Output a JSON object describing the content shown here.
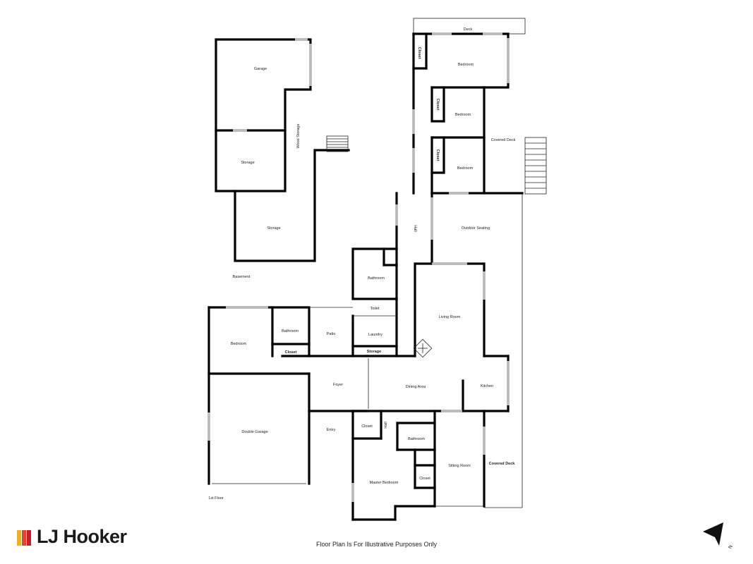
{
  "rooms": {
    "garage": "Garage",
    "wood_storage": "Wood Storage",
    "storage_upper": "Storage",
    "storage_lower": "Storage",
    "basement": "Basement",
    "deck": "Deck",
    "closet_1": "Closet",
    "bedroom_top": "Bedroom",
    "closet_2": "Closet",
    "bedroom_mid": "Bedroom",
    "covered_deck_top": "Covered Deck",
    "closet_3": "Closet",
    "bedroom_low": "Bedroom",
    "hall_upper": "Hall",
    "outdoor_seating": "Outdoor Seating",
    "bathroom_mid": "Bathroom",
    "toilet": "Toilet",
    "laundry": "Laundry",
    "storage_small": "Storage",
    "living_room": "Living Room",
    "bedroom_left": "Bedroom",
    "bathroom_left": "Bathroom",
    "closet_left": "Closet",
    "patio": "Patio",
    "foyer": "Foyer",
    "dining_area": "Dining Area",
    "kitchen": "Kitchen",
    "double_garage": "Double Garage",
    "entry": "Entry",
    "closet_entry": "Closet",
    "hall_lower": "Hall",
    "bathroom_master": "Bathroom",
    "sitting_room": "Sitting Room",
    "covered_deck_bottom": "Covered Deck",
    "closet_master": "Closet",
    "master_bedroom": "Master Bedroom",
    "first_floor": "1st Floor"
  },
  "branding": {
    "name": "LJ Hooker",
    "colors": [
      "#f2b01e",
      "#e8442c",
      "#c42034"
    ]
  },
  "disclaimer": "Floor Plan Is For Illustrative Purposes Only",
  "compass": {
    "label": "N",
    "icon": "north-arrow-icon"
  }
}
